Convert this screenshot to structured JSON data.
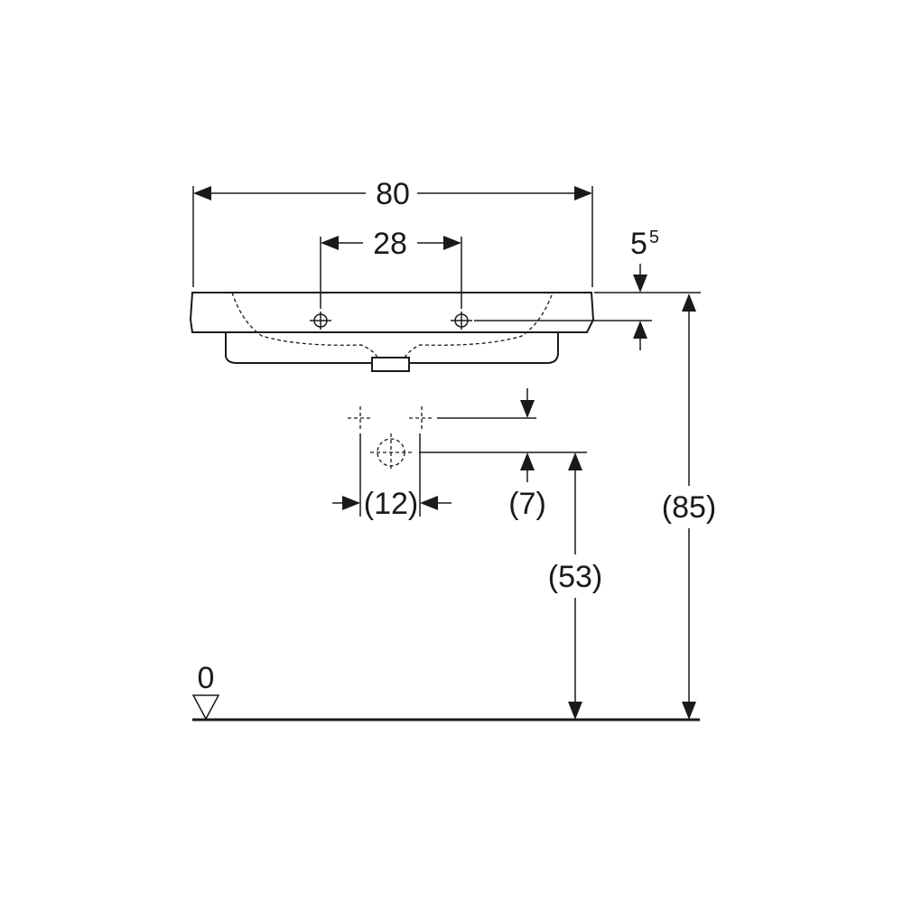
{
  "dimensions": {
    "overall_width": "80",
    "tap_hole_spacing": "28",
    "tap_hole_depth_base": "5",
    "tap_hole_depth_sup": "5",
    "drain_spacing": "(12)",
    "drain_offset": "(7)",
    "drain_height": "(53)",
    "rim_height": "(85)",
    "floor_level": "0"
  }
}
